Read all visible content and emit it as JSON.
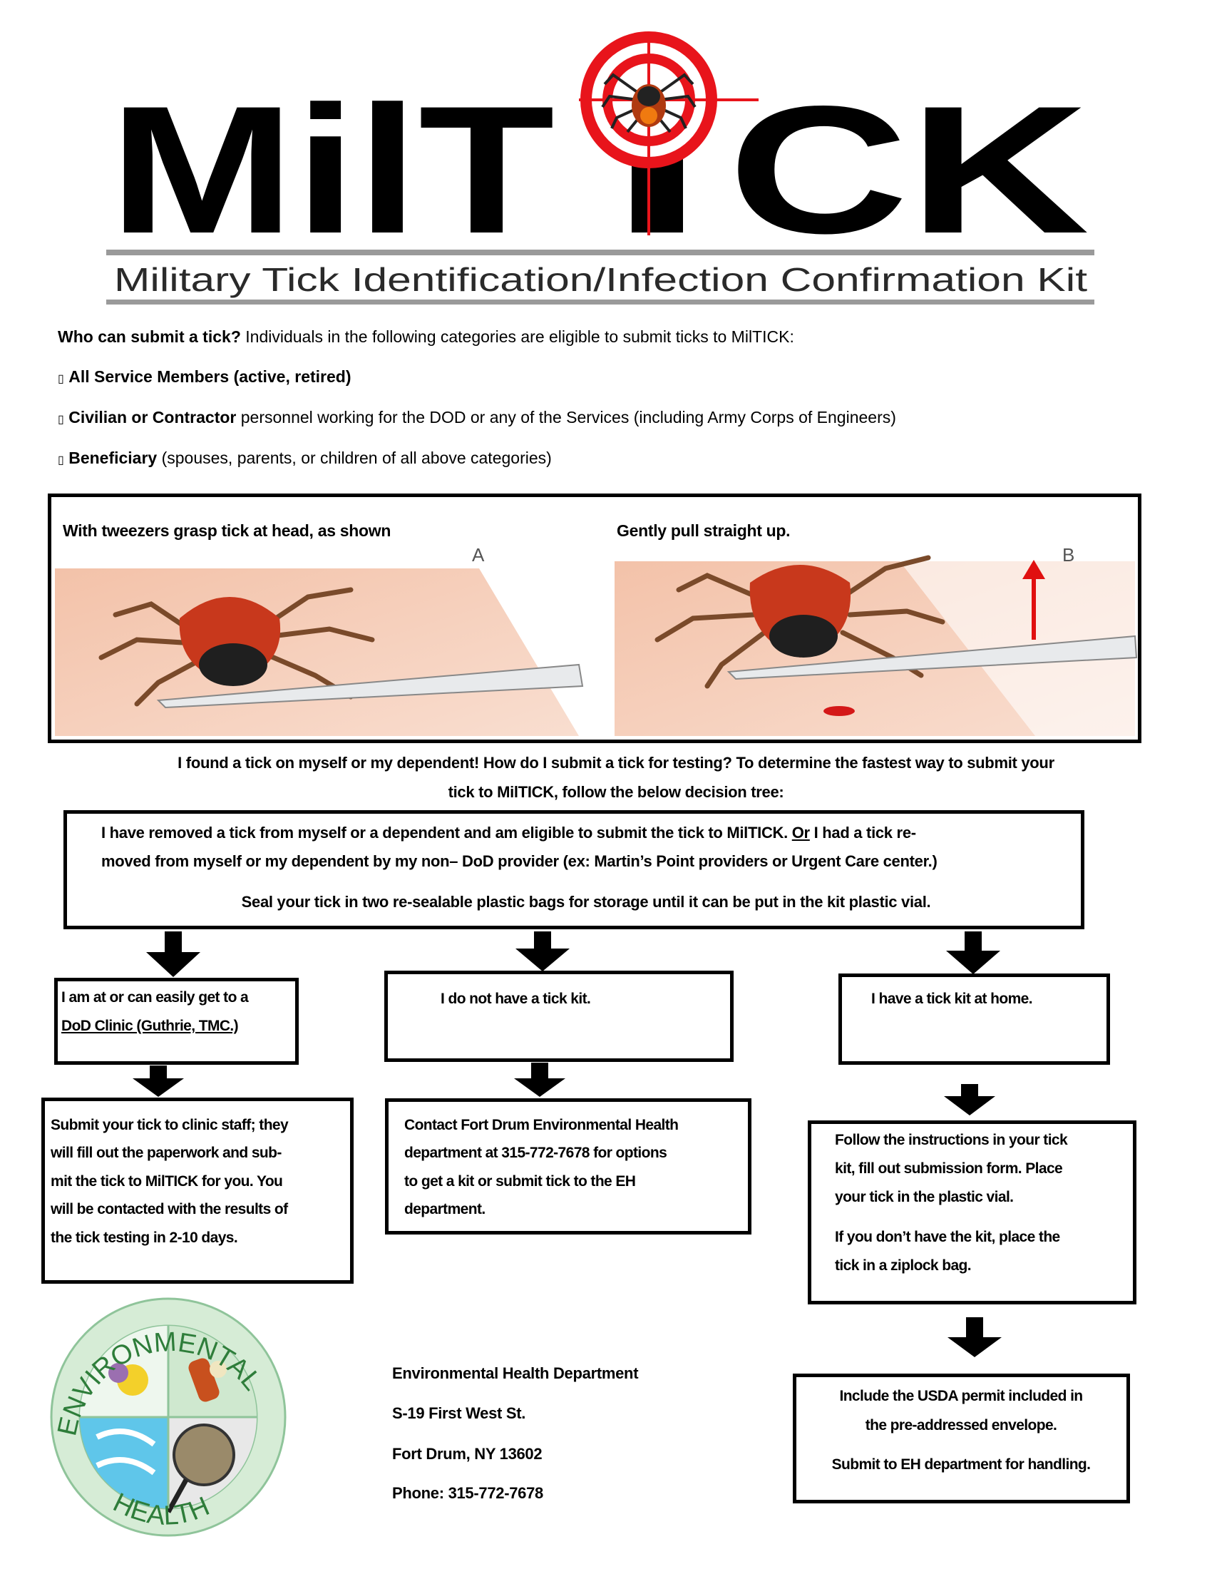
{
  "header": {
    "logo_text": "MilTICK",
    "logo_left": "MilT",
    "logo_right": "CK",
    "subtitle": "Military Tick Identification/Infection Confirmation Kit"
  },
  "eligibility": {
    "question": "Who can submit a tick?",
    "intro": " Individuals in the following categories are eligible to submit ticks to MilTICK:",
    "bullet_glyph": "▯",
    "items": [
      {
        "bold": "All Service Members (active, retired)",
        "rest": ""
      },
      {
        "bold": "Civilian or Contractor",
        "rest": " personnel working for the DOD or any of the Services (including Army Corps of Engineers)"
      },
      {
        "bold": "Beneficiary",
        "rest": " (spouses, parents, or children of all above categories)"
      }
    ]
  },
  "removal": {
    "step_a": {
      "caption": "With tweezers  grasp tick at head, as shown",
      "label": "A"
    },
    "step_b": {
      "caption": "Gently  pull straight up.",
      "label": "B"
    }
  },
  "question_paragraph": {
    "lines": [
      "I found a tick on myself or my dependent!  How do I submit a tick for testing?  To determine the fastest way to submit your",
      "tick to MilTICK, follow the below decision tree:"
    ]
  },
  "flow": {
    "start": {
      "line1_a": "I have removed a tick from myself or a dependent and am eligible to submit the tick to MilTICK.  ",
      "line1_or": "Or",
      "line1_b": " I had a tick re-",
      "line2": "moved from myself or my dependent by my non– DoD provider (ex: Martin’s Point providers or Urgent Care center.)",
      "line3": "Seal your tick in two re-sealable plastic bags for storage until it can be put in the kit plastic vial."
    },
    "clinic": {
      "line1": "I am at or can easily get to a",
      "line2": "DoD Clinic (Guthrie, TMC.)"
    },
    "no_kit": {
      "text": "I do not have a tick kit."
    },
    "has_kit": {
      "text": "I have a tick kit at home."
    },
    "clinic_result": {
      "lines": [
        "Submit your tick to clinic staff; they",
        "will fill out the paperwork and sub-",
        "mit the tick to MilTICK for you.  You",
        "will be contacted with the results of",
        "the tick testing in 2-10 days."
      ]
    },
    "no_kit_result": {
      "lines": [
        "Contact Fort Drum Environmental Health",
        "department at 315-772-7678  for options",
        "to get a kit or submit tick to the EH",
        "department."
      ]
    },
    "has_kit_result": {
      "lines": [
        "Follow the instructions in your tick",
        "kit, fill out submission form.  Place",
        "your tick in the plastic vial.",
        "If you don’t have the kit, place the",
        "tick in a ziplock bag."
      ]
    },
    "final": {
      "lines": [
        "Include the USDA permit included in",
        "the pre-addressed envelope.",
        "Submit to EH department for handling."
      ]
    }
  },
  "contact": {
    "logo_top": "ENVIRONMENTAL",
    "logo_bottom": "HEALTH",
    "department": "Environmental Health Department",
    "street": "S-19 First West St.",
    "city": "Fort Drum,  NY 13602",
    "phone": "Phone: 315-772-7678"
  },
  "colors": {
    "accent_red": "#e8141b",
    "gray_rule": "#9a9a9a",
    "tick_red": "#c8381c"
  }
}
